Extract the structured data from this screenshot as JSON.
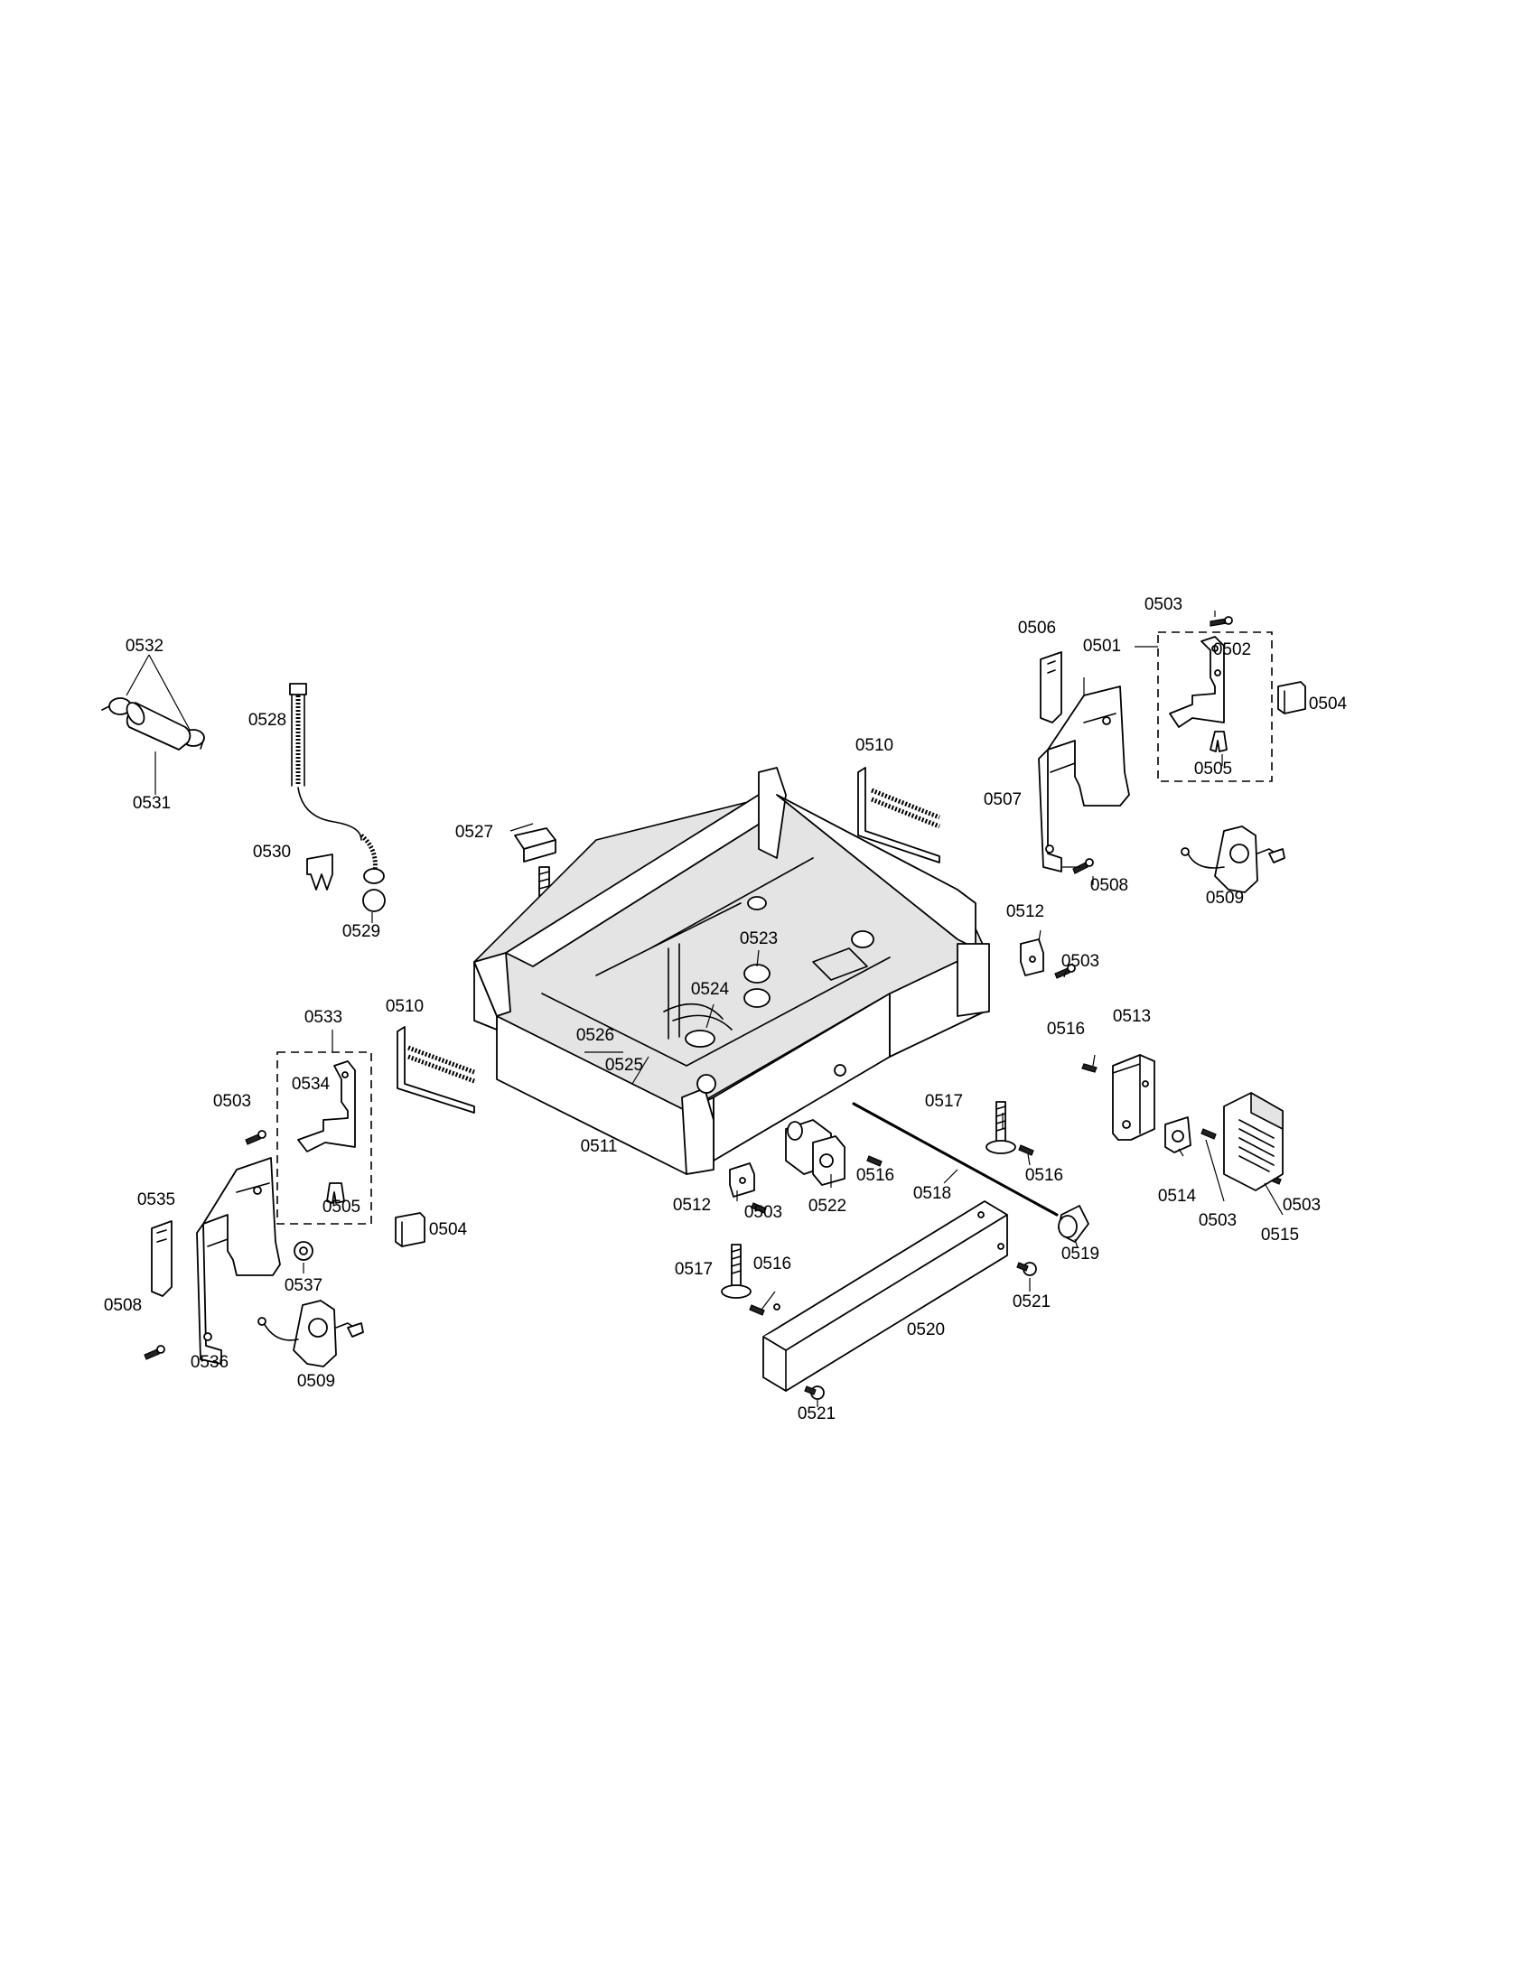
{
  "labels": {
    "p0532": "0532",
    "p0531": "0531",
    "p0528": "0528",
    "p0530": "0530",
    "p0529": "0529",
    "p0527": "0527",
    "p0510a": "0510",
    "p0510b": "0510",
    "p0506": "0506",
    "p0501": "0501",
    "p0503a": "0503",
    "p0502": "0502",
    "p0504a": "0504",
    "p0505a": "0505",
    "p0507": "0507",
    "p0508a": "0508",
    "p0509a": "0509",
    "p0512a": "0512",
    "p0503b": "0503",
    "p0523": "0523",
    "p0524": "0524",
    "p0526": "0526",
    "p0525": "0525",
    "p0511": "0511",
    "p0533": "0533",
    "p0534": "0534",
    "p0503c": "0503",
    "p0505b": "0505",
    "p0504b": "0504",
    "p0535": "0535",
    "p0537": "0537",
    "p0508b": "0508",
    "p0536": "0536",
    "p0509b": "0509",
    "p0516a": "0516",
    "p0513": "0513",
    "p0517a": "0517",
    "p0516b": "0516",
    "p0514": "0514",
    "p0503d": "0503",
    "p0503e": "0503",
    "p0515": "0515",
    "p0512b": "0512",
    "p0503f": "0503",
    "p0522": "0522",
    "p0516c": "0516",
    "p0518": "0518",
    "p0519": "0519",
    "p0517b": "0517",
    "p0516d": "0516",
    "p0521a": "0521",
    "p0520": "0520",
    "p0521b": "0521"
  }
}
